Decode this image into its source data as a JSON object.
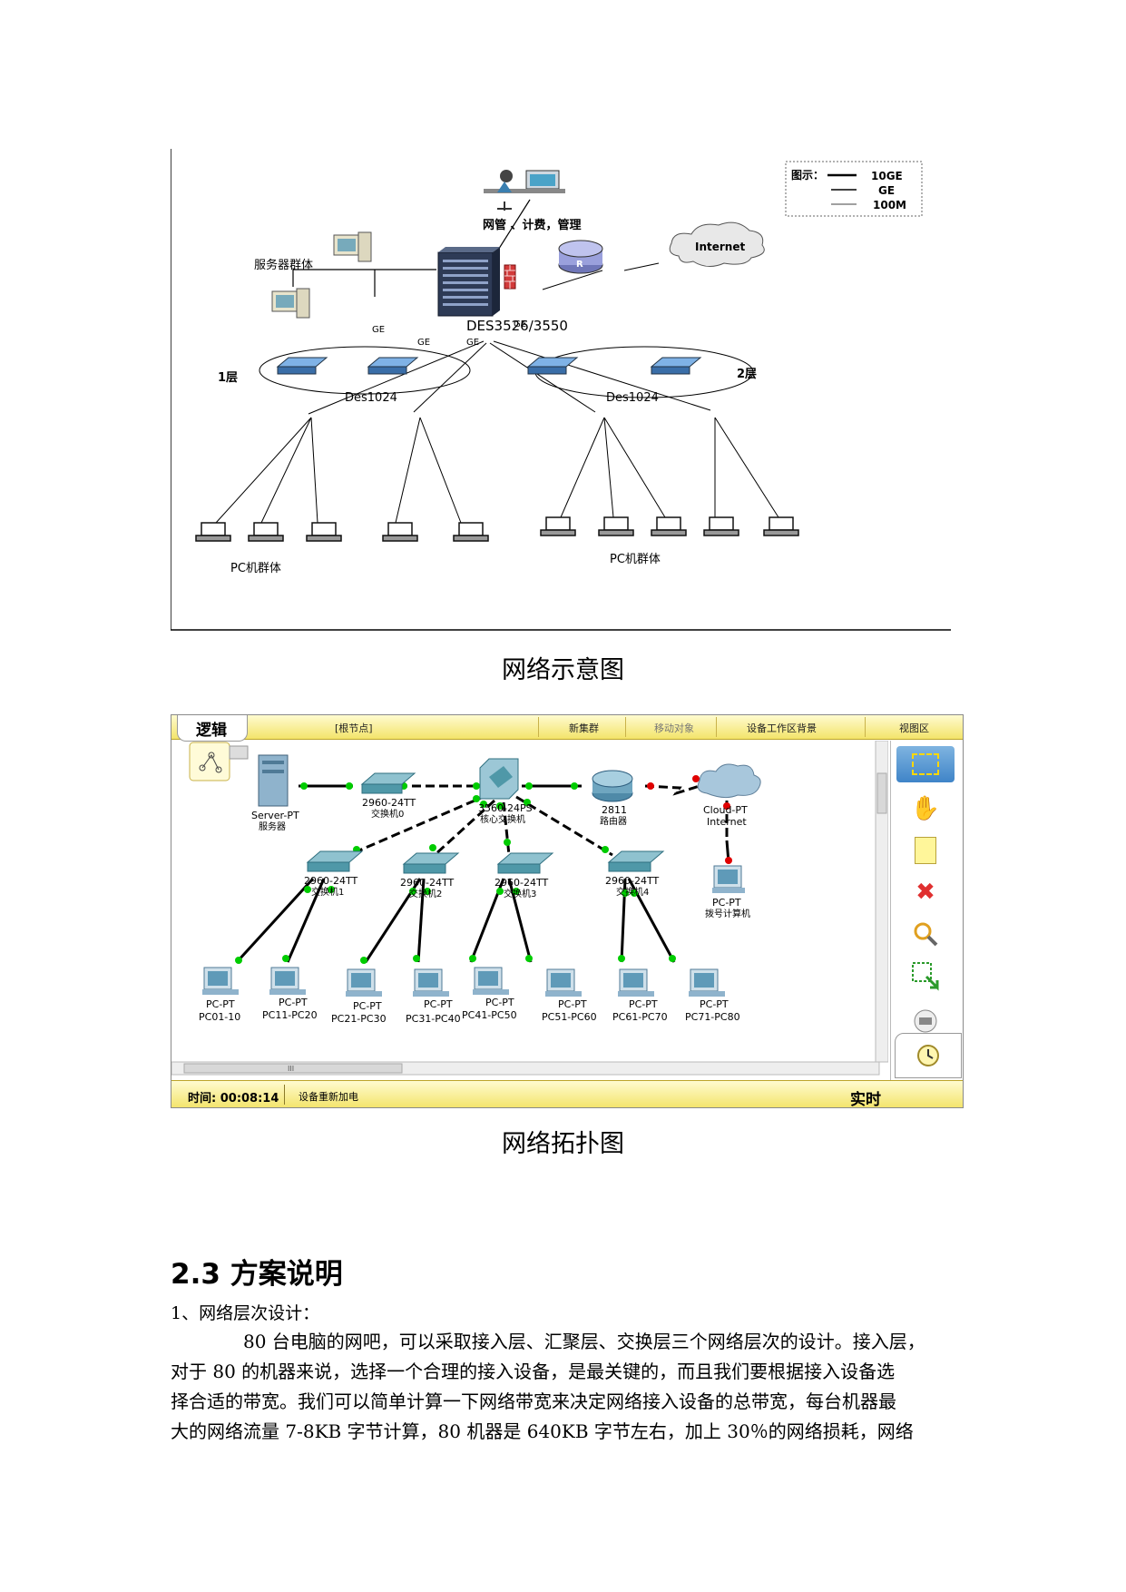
{
  "figure1": {
    "legend": {
      "title": "图示：",
      "items": [
        "10GE",
        "GE",
        "100M"
      ]
    },
    "labels": {
      "mgmt": "网管 、计费，管理",
      "servers": "服务器群体",
      "core": "DES3526/3550",
      "internet": "Internet",
      "router": "R",
      "floor1": "1层",
      "floor2": "2层",
      "switch_left": "Des1024",
      "switch_right": "Des1024",
      "pc_left": "PC机群体",
      "pc_right": "PC机群体",
      "ge": "GE"
    },
    "caption": "网络示意图"
  },
  "figure2": {
    "tab": "逻辑",
    "menu": [
      "[根节点]",
      "新集群",
      "移动对象",
      "设备工作区背景",
      "视图区"
    ],
    "devices": {
      "server": [
        "Server-PT",
        "服务器"
      ],
      "sw0": [
        "2960-24TT",
        "交换机0"
      ],
      "core": [
        "3560-24PS",
        "核心交换机"
      ],
      "router": [
        "2811",
        "路由器"
      ],
      "cloud": [
        "Cloud-PT",
        "Internet"
      ],
      "dialpc": [
        "PC-PT",
        "拨号计算机"
      ],
      "sw1": [
        "2960-24TT",
        "交换机1"
      ],
      "sw2": [
        "2960-24TT",
        "交换机2"
      ],
      "sw3": [
        "2960-24TT",
        "交换机3"
      ],
      "sw4": [
        "2960-24TT",
        "交换机4"
      ]
    },
    "pcs": [
      [
        "PC-PT",
        "PC01-10"
      ],
      [
        "PC-PT",
        "PC11-PC20"
      ],
      [
        "PC-PT",
        "PC21-PC30"
      ],
      [
        "PC-PT",
        "PC31-PC40"
      ],
      [
        "PC-PT",
        "PC41-PC50"
      ],
      [
        "PC-PT",
        "PC51-PC60"
      ],
      [
        "PC-PT",
        "PC61-PC70"
      ],
      [
        "PC-PT",
        "PC71-PC80"
      ]
    ],
    "scroll": "III",
    "status": {
      "time_label": "时间: 00:08:14",
      "action": "设备重新加电",
      "mode": "实时"
    },
    "caption": "网络拓扑图"
  },
  "section": {
    "title": "2.3 方案说明",
    "item1": "1、网络层次设计：",
    "lines": [
      "80 台电脑的网吧，可以采取接入层、汇聚层、交换层三个网络层次的设计。接入层，",
      "对于 80 的机器来说，选择一个合理的接入设备，是最关键的，而且我们要根据接入设备选",
      "择合适的带宽。我们可以简单计算一下网络带宽来决定网络接入设备的总带宽，每台机器最",
      "大的网络流量 7-8KB 字节计算，80 机器是 640KB 字节左右，加上 30％的网络损耗，网络"
    ]
  },
  "colors": {
    "link_green": "#00cc00",
    "link_red": "#e00000",
    "pt_bar": "#f3e46a"
  }
}
